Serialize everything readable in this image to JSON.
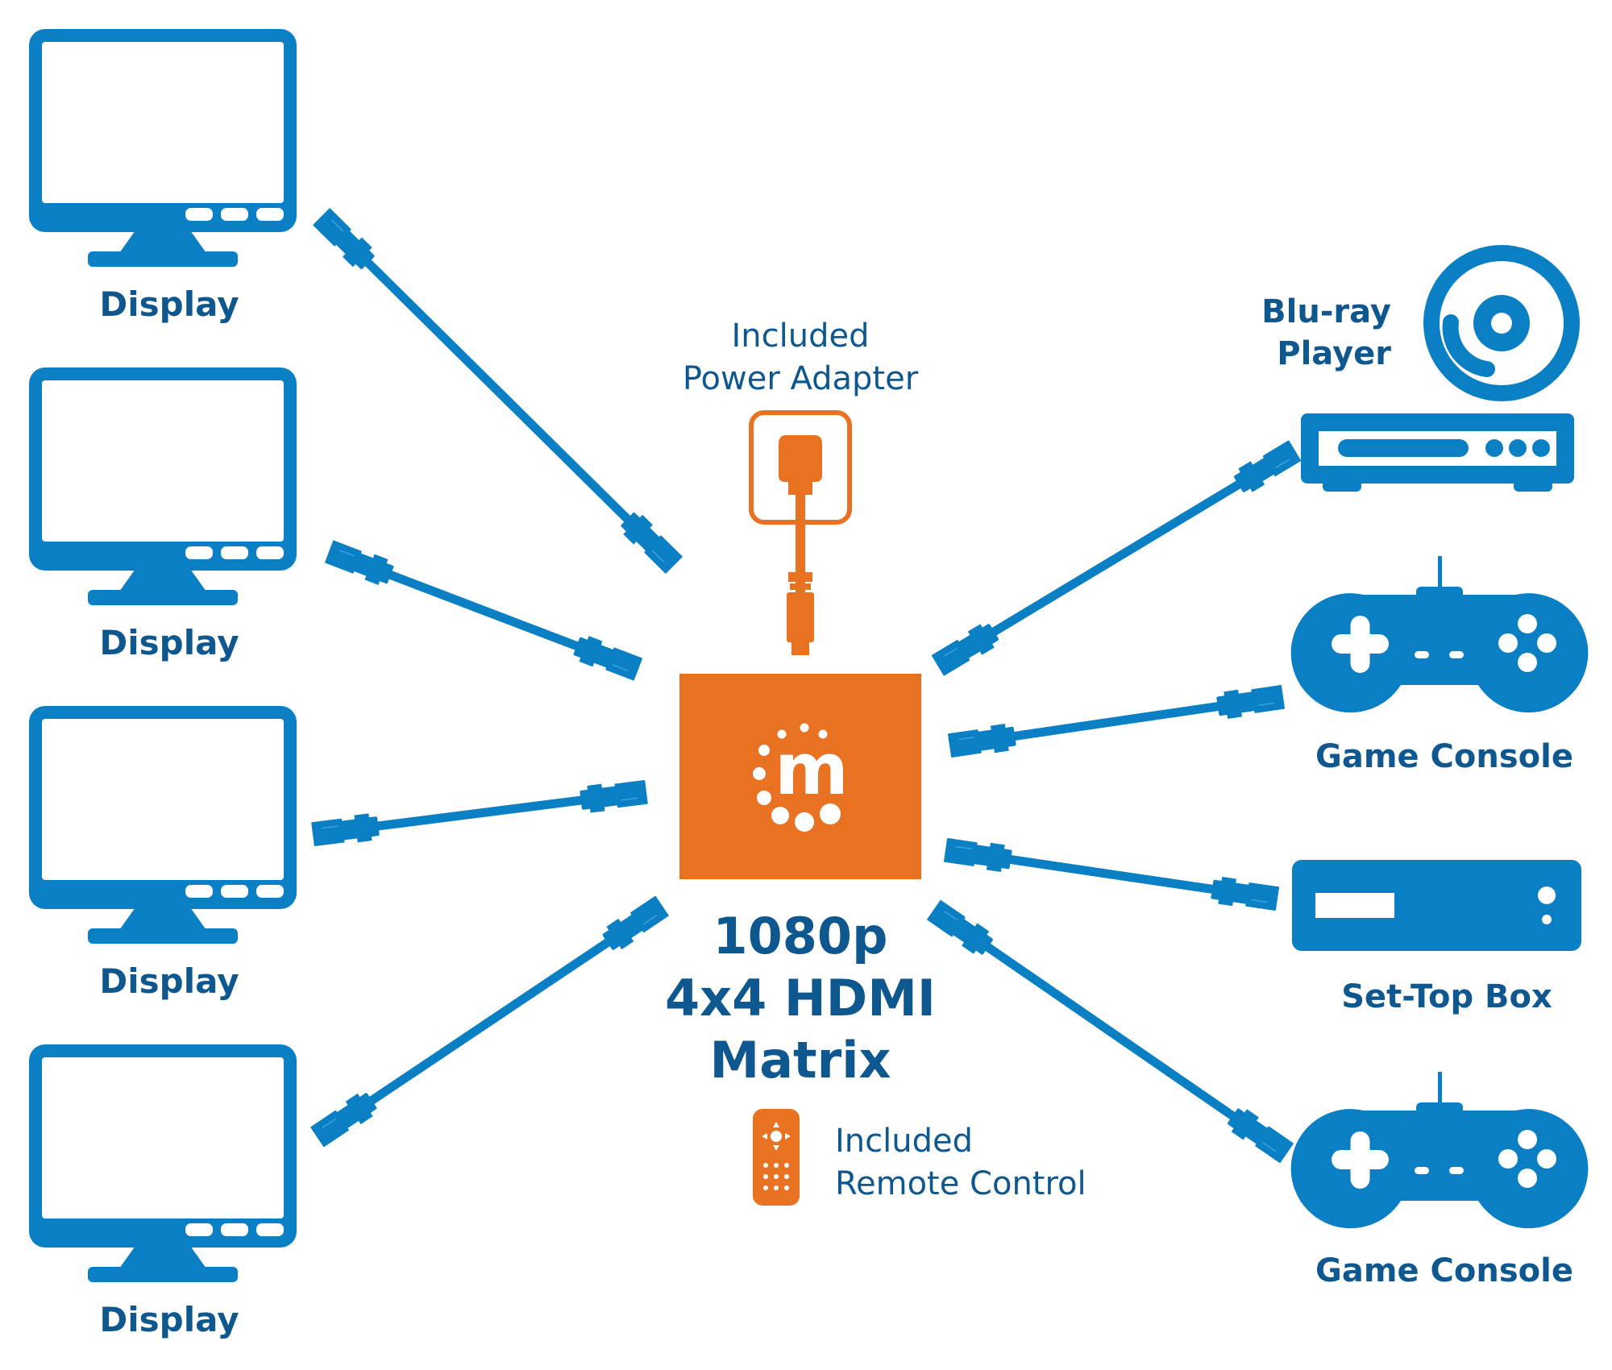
{
  "title": {
    "line1": "1080p",
    "line2": "4x4 HDMI",
    "line3": "Matrix"
  },
  "colors": {
    "device_blue": "#0a7fc4",
    "label_blue": "#0f578f",
    "accent_orange": "#e87222",
    "background": "#ffffff"
  },
  "hub": {
    "name": "HDMI Matrix",
    "logo_letter": "m"
  },
  "power_adapter": {
    "line1": "Included",
    "line2": "Power Adapter"
  },
  "remote_control": {
    "line1": "Included",
    "line2": "Remote Control"
  },
  "outputs": [
    {
      "label": "Display",
      "icon": "monitor-icon"
    },
    {
      "label": "Display",
      "icon": "monitor-icon"
    },
    {
      "label": "Display",
      "icon": "monitor-icon"
    },
    {
      "label": "Display",
      "icon": "monitor-icon"
    }
  ],
  "inputs": [
    {
      "label_line1": "Blu-ray",
      "label_line2": "Player",
      "icon": "bluray-player-icon"
    },
    {
      "label": "Game Console",
      "icon": "gamepad-icon"
    },
    {
      "label": "Set-Top Box",
      "icon": "set-top-box-icon"
    },
    {
      "label": "Game Console",
      "icon": "gamepad-icon"
    }
  ],
  "connections": [
    {
      "from": "Display 1",
      "to": "HDMI Matrix",
      "type": "HDMI"
    },
    {
      "from": "Display 2",
      "to": "HDMI Matrix",
      "type": "HDMI"
    },
    {
      "from": "Display 3",
      "to": "HDMI Matrix",
      "type": "HDMI"
    },
    {
      "from": "Display 4",
      "to": "HDMI Matrix",
      "type": "HDMI"
    },
    {
      "from": "Blu-ray Player",
      "to": "HDMI Matrix",
      "type": "HDMI"
    },
    {
      "from": "Game Console",
      "to": "HDMI Matrix",
      "type": "HDMI"
    },
    {
      "from": "Set-Top Box",
      "to": "HDMI Matrix",
      "type": "HDMI"
    },
    {
      "from": "Game Console",
      "to": "HDMI Matrix",
      "type": "HDMI"
    },
    {
      "from": "Power Adapter",
      "to": "HDMI Matrix",
      "type": "power"
    }
  ]
}
